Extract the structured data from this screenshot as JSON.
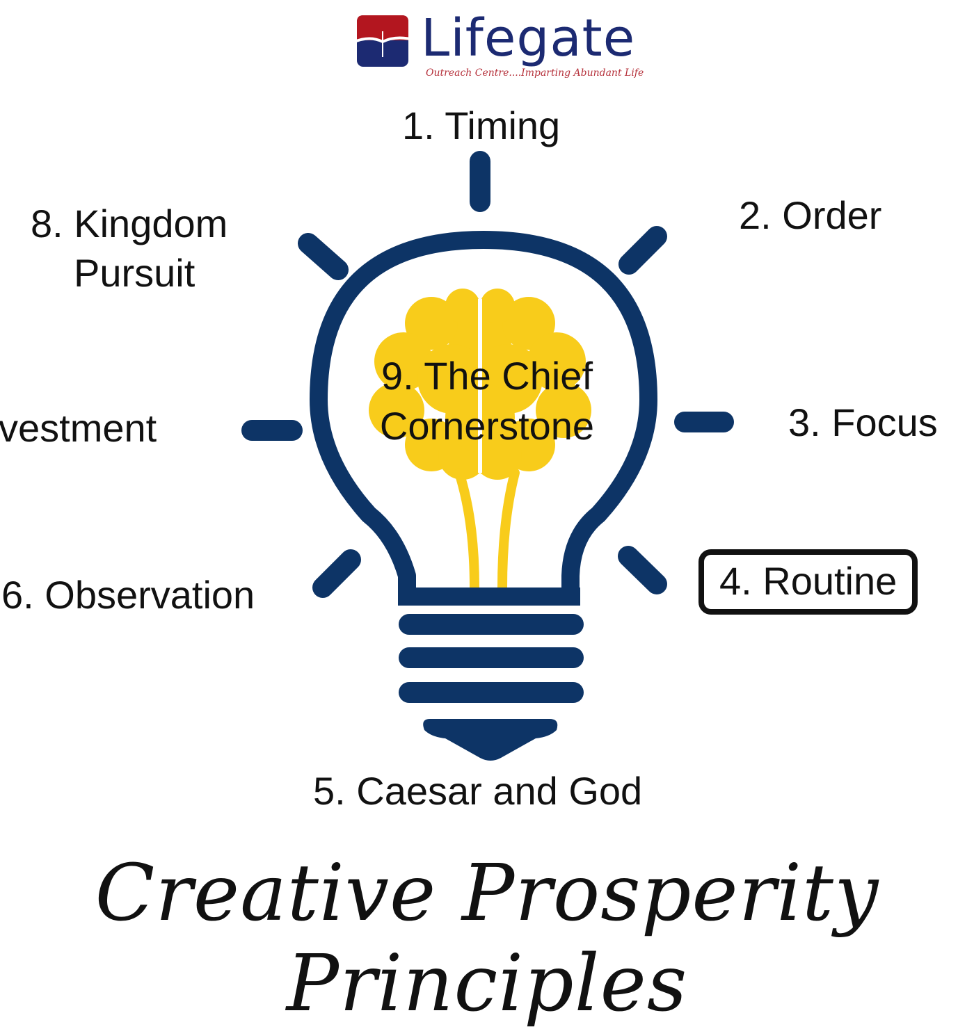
{
  "logo": {
    "name": "Lifegate",
    "tagline": "Outreach Centre....Imparting Abundant Life"
  },
  "principles": {
    "p1": "1. Timing",
    "p2": "2. Order",
    "p3": "3. Focus",
    "p4": "4. Routine",
    "p5": "5. Caesar and God",
    "p6": "6. Observation",
    "p7_partial": "vestment",
    "p8_line1": "8. Kingdom",
    "p8_line2": "Pursuit",
    "p9_line1": "9. The Chief",
    "p9_line2": "Cornerstone"
  },
  "footer_title": "Creative Prosperity Principles",
  "colors": {
    "navy": "#0d3466",
    "brain": "#f8cc1b",
    "logo_red": "#b3161f",
    "logo_blue": "#1c2a72",
    "text": "#111111"
  }
}
